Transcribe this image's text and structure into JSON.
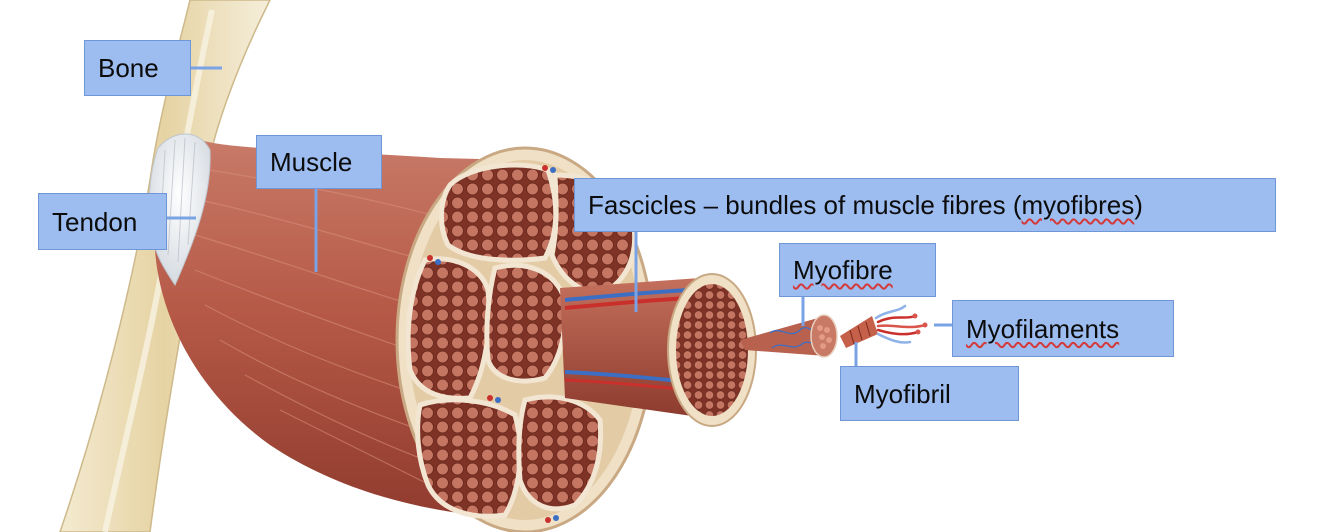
{
  "labels": {
    "bone": "Bone",
    "tendon": "Tendon",
    "muscle": "Muscle",
    "fascicles_prefix": "Fascicles – bundles of muscle fibres (",
    "fascicles_term": "myofibres",
    "fascicles_suffix": ")",
    "myofibre": "Myofibre",
    "myofilaments": "Myofilaments",
    "myofibril": "Myofibril"
  },
  "colors": {
    "label_fill": "#9dbdf0",
    "label_border": "#6f97d8",
    "leader_line": "#7aa3e6",
    "muscle": "#b85a48",
    "bone": "#e8d9b0",
    "tendon": "#e9ecef",
    "sheath": "#f0e2cc",
    "artery": "#c9302c",
    "vein": "#3c6fc4"
  }
}
